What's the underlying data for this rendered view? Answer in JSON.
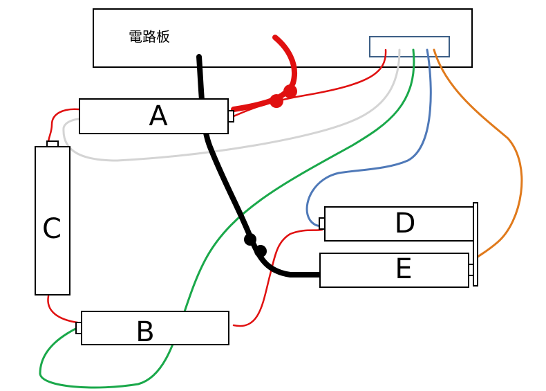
{
  "board": {
    "label": "電路板"
  },
  "batteries": {
    "a": {
      "label": "A"
    },
    "b": {
      "label": "B"
    },
    "c": {
      "label": "C"
    },
    "d": {
      "label": "D"
    },
    "e": {
      "label": "E"
    }
  },
  "colors": {
    "red": "#e01010",
    "gray": "#d4d4d4",
    "green": "#1aa84a",
    "blue": "#4f79b8",
    "orange": "#e07a1c",
    "black": "#000000",
    "connector_outline": "#3d5f86"
  }
}
